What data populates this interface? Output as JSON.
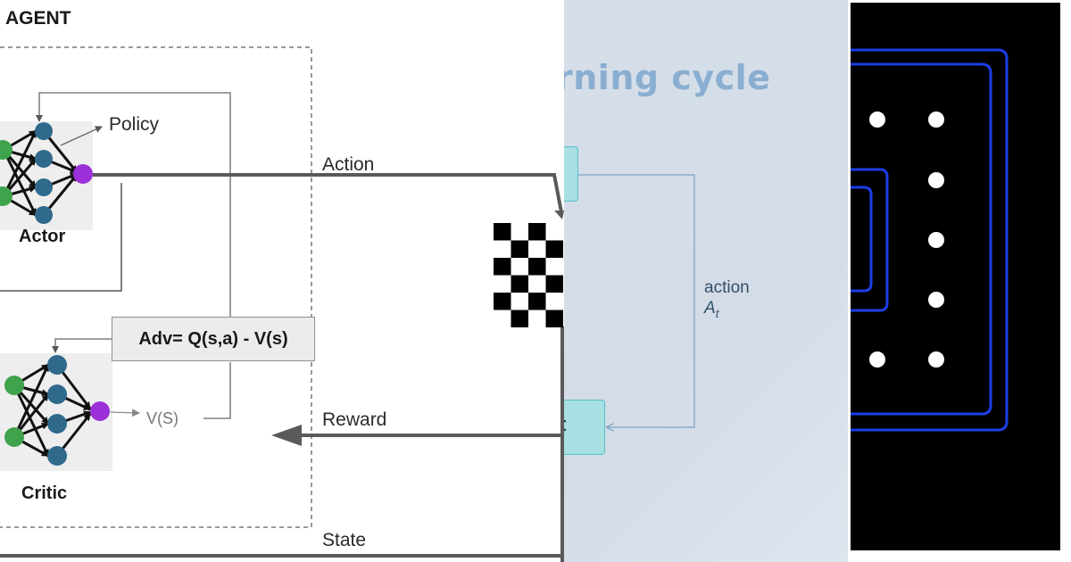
{
  "left_panel": {
    "agent_label": "AGENT",
    "actor_label": "Actor",
    "critic_label": "Critic",
    "policy_label": "Policy",
    "value_label": "V(S)",
    "advantage_formula": "Adv= Q(s,a) - V(s)",
    "action_label": "Action",
    "reward_label": "Reward",
    "state_label": "State",
    "colors": {
      "input_node": "#3fa34d",
      "hidden_node": "#2f6a8c",
      "output_node": "#9b30d9",
      "flow_arrow": "#5a5a5a"
    }
  },
  "middle_panel": {
    "title": "rning cycle",
    "action_label": "action",
    "action_symbol": "A",
    "action_subscript": "t",
    "cut_glyph": ":",
    "colors": {
      "node_fill": "#a8dfe2",
      "node_border": "#56c0c6",
      "connector": "#7fa3c6"
    }
  },
  "right_panel": {
    "colors": {
      "background": "#000000",
      "track": "#1b3fe6",
      "dot": "#ffffff"
    }
  }
}
